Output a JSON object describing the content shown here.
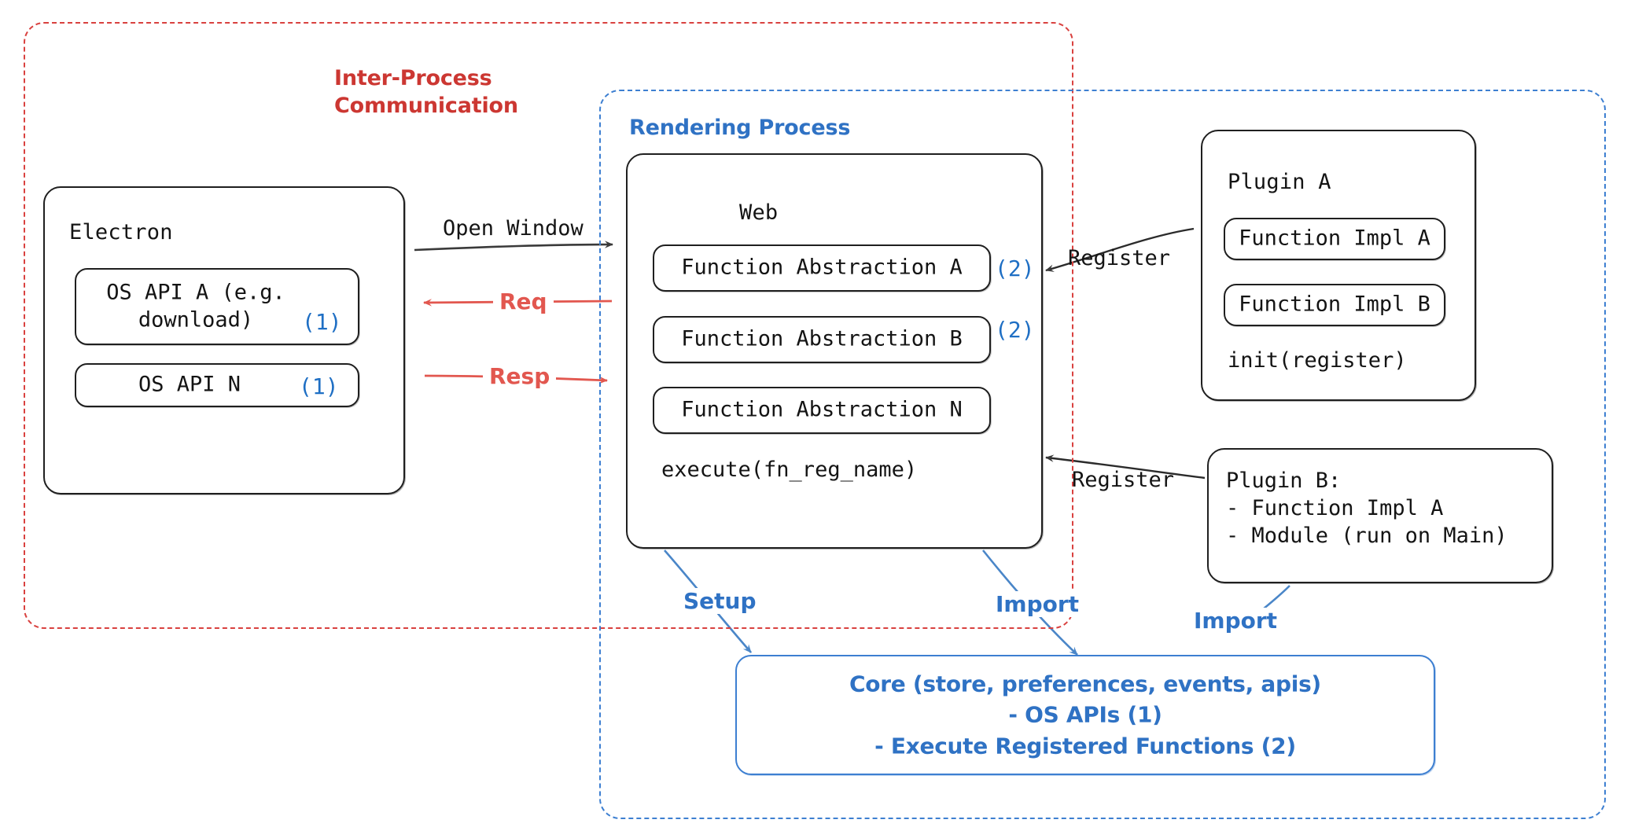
{
  "diagram": {
    "title": "Electron plugin architecture",
    "colors": {
      "ipc_red": "#cc3732",
      "render_blue": "#2f72c4",
      "marker_blue": "#1f6fc4",
      "box_black": "#1f1f1f",
      "arrow_red": "#e2574f",
      "arrow_black": "#3a3a3a"
    }
  },
  "groups": {
    "ipc": {
      "label": "Inter-Process\nCommunication"
    },
    "rendering": {
      "label": "Rendering Process"
    }
  },
  "electron": {
    "title": "Electron",
    "apis": [
      {
        "label": "OS API A (e.g.\ndownload)",
        "marker": "(1)"
      },
      {
        "label": "OS API N",
        "marker": "(1)"
      }
    ]
  },
  "web": {
    "title": "Web",
    "abstractions": [
      {
        "label": "Function Abstraction A",
        "marker": "(2)"
      },
      {
        "label": "Function Abstraction B",
        "marker": "(2)"
      },
      {
        "label": "Function Abstraction N",
        "marker": ""
      }
    ],
    "footer": "execute(fn_reg_name)"
  },
  "plugin_a": {
    "title": "Plugin A",
    "items": [
      "Function Impl A",
      "Function Impl B"
    ],
    "footer": "init(register)"
  },
  "plugin_b": {
    "text": "Plugin B:\n- Function Impl A\n- Module (run on Main)"
  },
  "core": {
    "text": "Core (store, preferences, events, apis)\n- OS APIs (1)\n- Execute Registered Functions (2)"
  },
  "edges": {
    "open_window": "Open Window",
    "req": "Req",
    "resp": "Resp",
    "register_a": "Register",
    "register_b": "Register",
    "setup": "Setup",
    "import_web": "Import",
    "import_plugin": "Import"
  }
}
